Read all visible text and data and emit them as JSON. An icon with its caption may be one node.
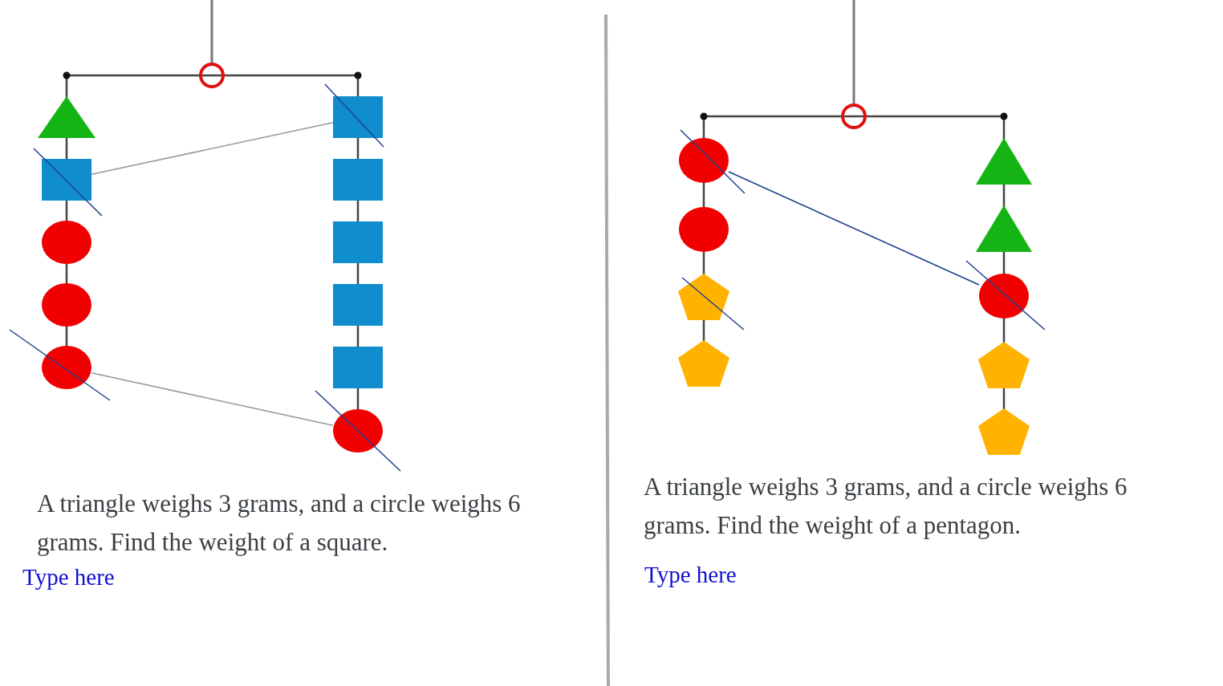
{
  "diagram": {
    "nodes": [
      {
        "text": [],
        "shape": "triangle"
      },
      {
        "text": [],
        "shape": "box"
      },
      {
        "text": [],
        "shape": "circle"
      },
      {
        "text": [],
        "shape": "circle"
      },
      {
        "text": [],
        "shape": "circle"
      },
      {
        "text": [],
        "shape": "box"
      },
      {
        "text": [],
        "shape": "box"
      },
      {
        "text": [],
        "shape": "box"
      },
      {
        "text": [],
        "shape": "box"
      },
      {
        "text": [],
        "shape": "box"
      },
      {
        "text": [],
        "shape": "circle"
      },
      {
        "text": [],
        "shape": "circle"
      },
      {
        "text": [],
        "shape": "circle"
      },
      {
        "text": [],
        "shape": "pentagon"
      },
      {
        "text": [],
        "shape": "pentagon"
      },
      {
        "text": [],
        "shape": "triangle"
      },
      {
        "text": [],
        "shape": "triangle"
      },
      {
        "text": [],
        "shape": "circle"
      },
      {
        "text": [],
        "shape": "pentagon"
      },
      {
        "text": [],
        "shape": "pentagon"
      }
    ],
    "edges": [
      {
        "from": 1,
        "to": 5,
        "arrow": "none"
      },
      {
        "from": 4,
        "to": 10,
        "arrow": "none"
      },
      {
        "from": 11,
        "to": 17,
        "arrow": "none",
        "color": "#1f3f8f"
      }
    ],
    "labels": [
      "A triangle weighs 3 grams, and a circle weighs 6 grams. Find the weight of a square.",
      "Type here",
      "A triangle weighs 3 grams, and a circle weighs 6 grams. Find the weight of a pentagon.",
      "Type here"
    ]
  }
}
